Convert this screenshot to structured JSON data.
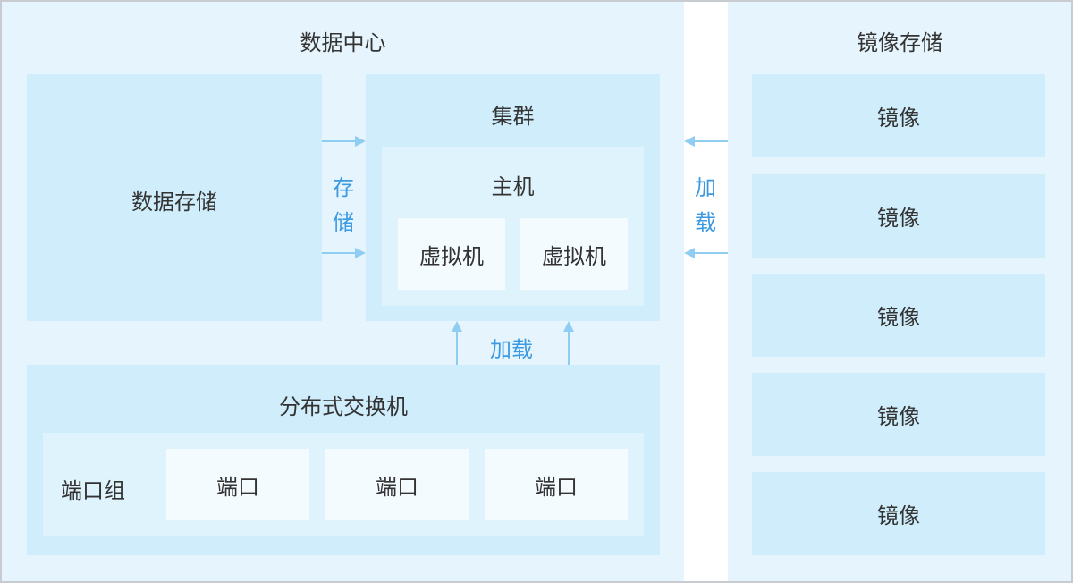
{
  "datacenter": {
    "title": "数据中心"
  },
  "data_storage": {
    "label": "数据存储"
  },
  "storage_link": {
    "chars": [
      "存",
      "储"
    ]
  },
  "cluster": {
    "title": "集群",
    "host": {
      "title": "主机",
      "vms": [
        "虚拟机",
        "虚拟机"
      ]
    }
  },
  "load_link_vertical": {
    "label": "加载"
  },
  "load_link_right": {
    "chars": [
      "加",
      "载"
    ]
  },
  "switch": {
    "title": "分布式交换机",
    "port_group": {
      "label": "端口组",
      "ports": [
        "端口",
        "端口",
        "端口"
      ]
    }
  },
  "image_storage": {
    "title": "镜像存储",
    "images": [
      "镜像",
      "镜像",
      "镜像",
      "镜像",
      "镜像"
    ]
  },
  "colors": {
    "arrow": "#8fcdf2",
    "accent_text": "#3b9ae1",
    "panel": "#e6f5fd",
    "box": "#cfedfb"
  }
}
